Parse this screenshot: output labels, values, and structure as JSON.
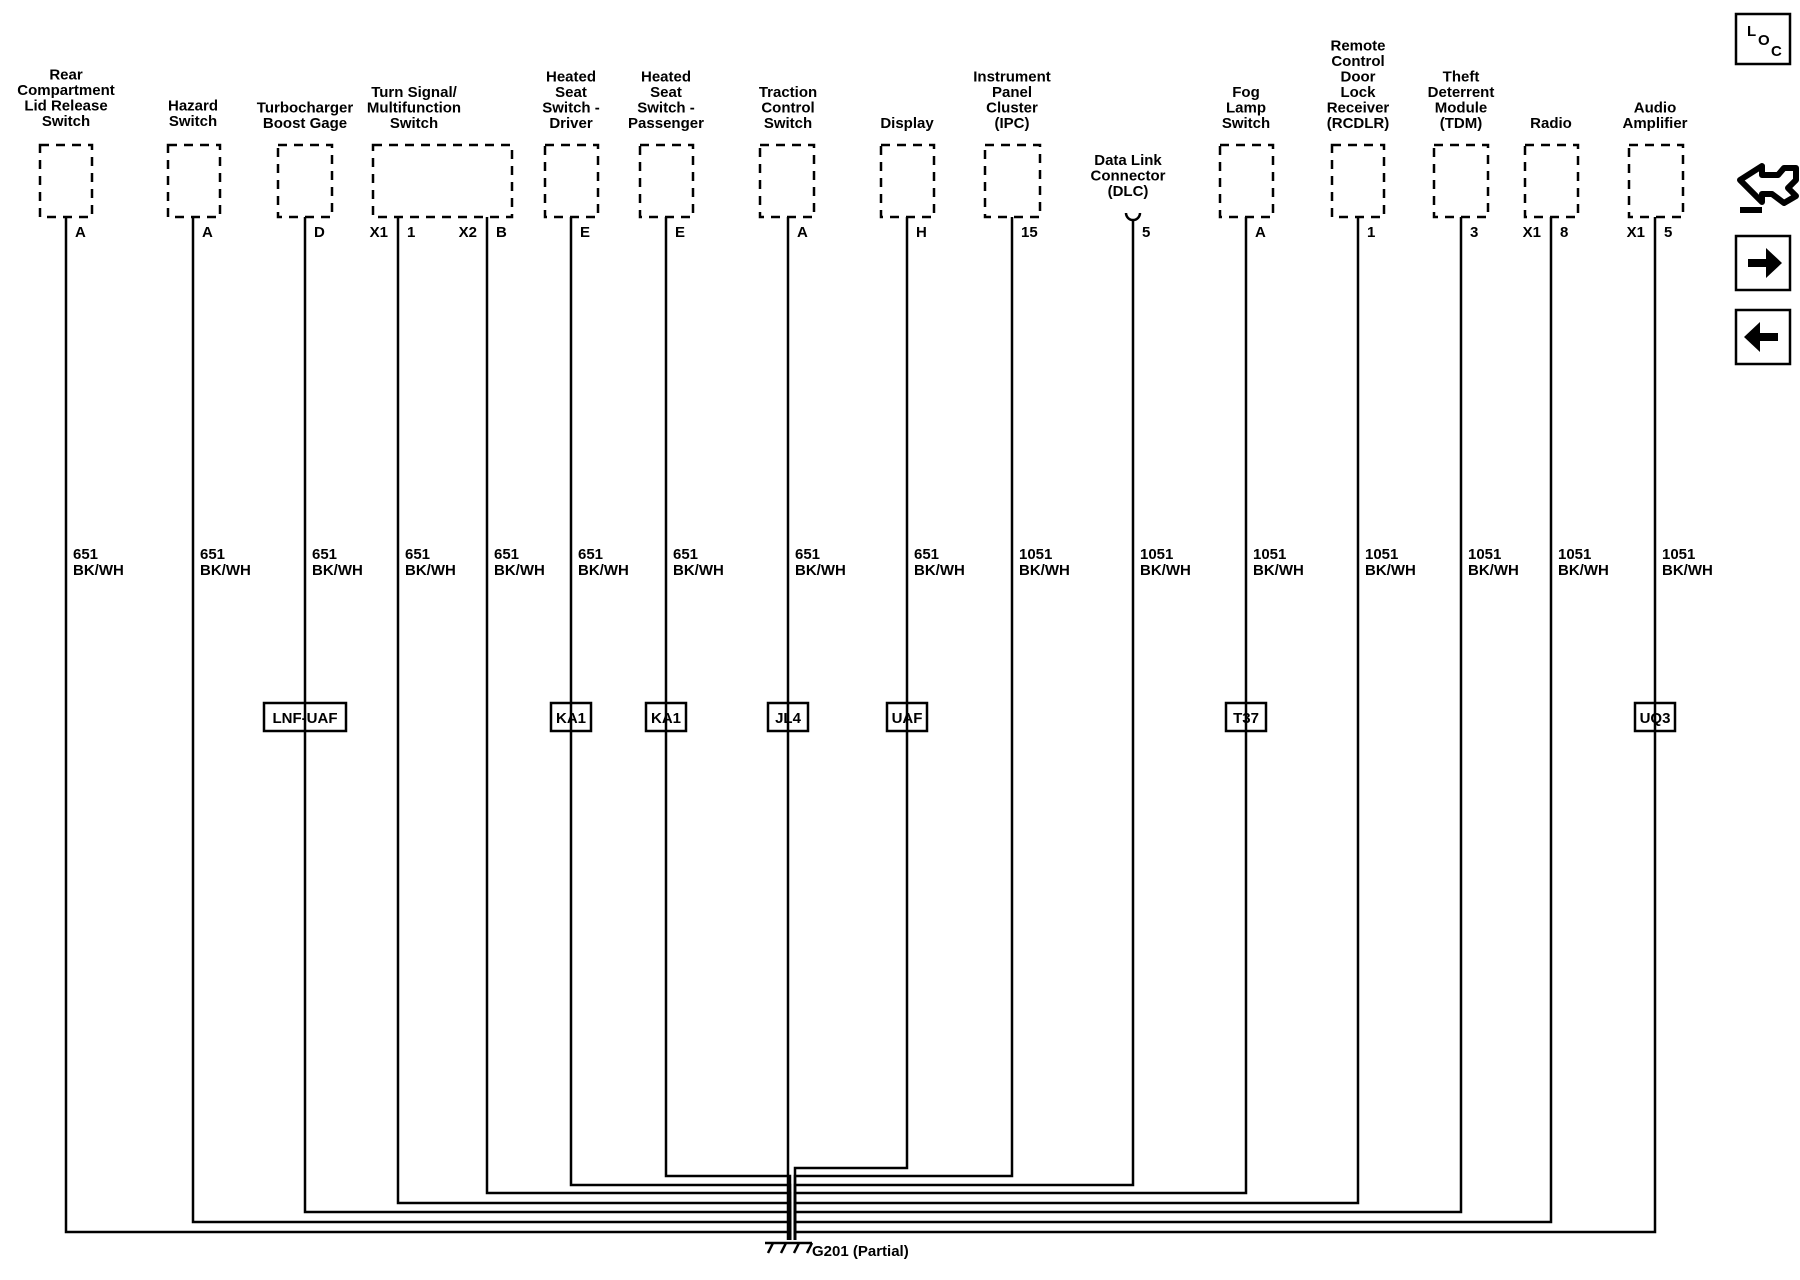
{
  "components": [
    {
      "id": "rear-lid",
      "label": [
        "Rear",
        "Compartment",
        "Lid Release",
        "Switch"
      ],
      "pins": [
        {
          "conn": "",
          "pin": "A"
        }
      ],
      "wire": {
        "circuit": "651",
        "color": "BK/WH"
      },
      "option": ""
    },
    {
      "id": "hazard",
      "label": [
        "Hazard",
        "Switch"
      ],
      "pins": [
        {
          "conn": "",
          "pin": "A"
        }
      ],
      "wire": {
        "circuit": "651",
        "color": "BK/WH"
      },
      "option": ""
    },
    {
      "id": "turbo",
      "label": [
        "Turbocharger",
        "Boost Gage"
      ],
      "pins": [
        {
          "conn": "",
          "pin": "D"
        }
      ],
      "wire": {
        "circuit": "651",
        "color": "BK/WH"
      },
      "option": "LNF-UAF"
    },
    {
      "id": "turn-signal",
      "label": [
        "Turn Signal/",
        "Multifunction",
        "Switch"
      ],
      "pins": [
        {
          "conn": "X1",
          "pin": "1"
        },
        {
          "conn": "X2",
          "pin": "B"
        }
      ],
      "wires": [
        {
          "circuit": "651",
          "color": "BK/WH"
        },
        {
          "circuit": "651",
          "color": "BK/WH"
        }
      ],
      "option": ""
    },
    {
      "id": "heated-driver",
      "label": [
        "Heated",
        "Seat",
        "Switch -",
        "Driver"
      ],
      "pins": [
        {
          "conn": "",
          "pin": "E"
        }
      ],
      "wire": {
        "circuit": "651",
        "color": "BK/WH"
      },
      "option": "KA1"
    },
    {
      "id": "heated-pass",
      "label": [
        "Heated",
        "Seat",
        "Switch -",
        "Passenger"
      ],
      "pins": [
        {
          "conn": "",
          "pin": "E"
        }
      ],
      "wire": {
        "circuit": "651",
        "color": "BK/WH"
      },
      "option": "KA1"
    },
    {
      "id": "traction",
      "label": [
        "Traction",
        "Control",
        "Switch"
      ],
      "pins": [
        {
          "conn": "",
          "pin": "A"
        }
      ],
      "wire": {
        "circuit": "651",
        "color": "BK/WH"
      },
      "option": "JL4"
    },
    {
      "id": "display",
      "label": [
        "Display"
      ],
      "pins": [
        {
          "conn": "",
          "pin": "H"
        }
      ],
      "wire": {
        "circuit": "651",
        "color": "BK/WH"
      },
      "option": "UAF"
    },
    {
      "id": "ipc",
      "label": [
        "Instrument",
        "Panel",
        "Cluster",
        "(IPC)"
      ],
      "pins": [
        {
          "conn": "",
          "pin": "15"
        }
      ],
      "wire": {
        "circuit": "1051",
        "color": "BK/WH"
      },
      "option": ""
    },
    {
      "id": "dlc",
      "label": [
        "Data Link",
        "Connector",
        "(DLC)"
      ],
      "pins": [
        {
          "conn": "",
          "pin": "5"
        }
      ],
      "wire": {
        "circuit": "1051",
        "color": "BK/WH"
      },
      "option": ""
    },
    {
      "id": "fog",
      "label": [
        "Fog",
        "Lamp",
        "Switch"
      ],
      "pins": [
        {
          "conn": "",
          "pin": "A"
        }
      ],
      "wire": {
        "circuit": "1051",
        "color": "BK/WH"
      },
      "option": "T37"
    },
    {
      "id": "rcdlr",
      "label": [
        "Remote",
        "Control",
        "Door",
        "Lock",
        "Receiver",
        "(RCDLR)"
      ],
      "pins": [
        {
          "conn": "",
          "pin": "1"
        }
      ],
      "wire": {
        "circuit": "1051",
        "color": "BK/WH"
      },
      "option": ""
    },
    {
      "id": "tdm",
      "label": [
        "Theft",
        "Deterrent",
        "Module",
        "(TDM)"
      ],
      "pins": [
        {
          "conn": "",
          "pin": "3"
        }
      ],
      "wire": {
        "circuit": "1051",
        "color": "BK/WH"
      },
      "option": ""
    },
    {
      "id": "radio",
      "label": [
        "Radio"
      ],
      "pins": [
        {
          "conn": "X1",
          "pin": "8"
        }
      ],
      "wire": {
        "circuit": "1051",
        "color": "BK/WH"
      },
      "option": ""
    },
    {
      "id": "amp",
      "label": [
        "Audio",
        "Amplifier"
      ],
      "pins": [
        {
          "conn": "X1",
          "pin": "5"
        }
      ],
      "wire": {
        "circuit": "1051",
        "color": "BK/WH"
      },
      "option": "UQ3"
    }
  ],
  "ground": {
    "label": "G201 (Partial)"
  },
  "nav": {
    "loc": {
      "l": "L",
      "o": "O",
      "c": "C"
    },
    "items": [
      {
        "name": "schematic-swap-icon"
      },
      {
        "name": "arrow-right-icon"
      },
      {
        "name": "arrow-left-icon"
      }
    ]
  }
}
